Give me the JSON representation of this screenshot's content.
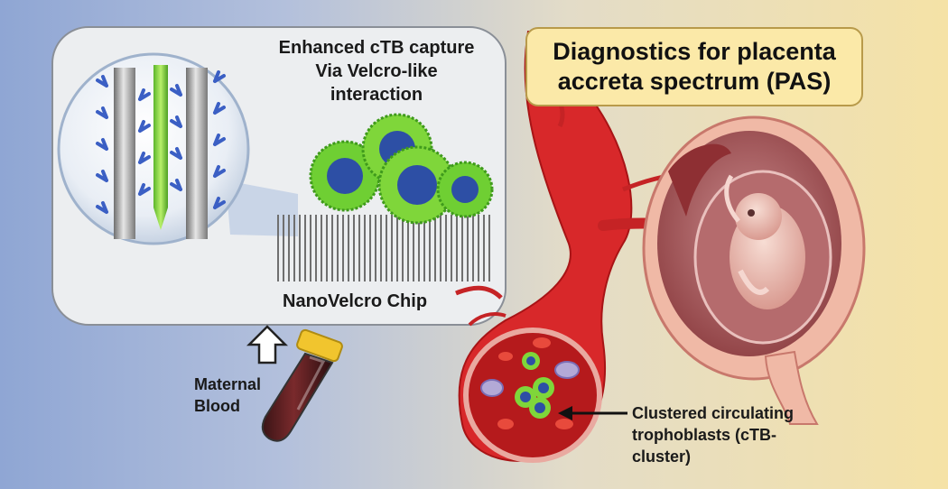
{
  "title": {
    "line1": "Diagnostics for placenta",
    "line2": "accreta spectrum (PAS)"
  },
  "capture": {
    "line1": "Enhanced cTB capture",
    "line2": "Via Velcro-like",
    "line3": "interaction"
  },
  "chip_label": "NanoVelcro Chip",
  "blood": {
    "line1": "Maternal",
    "line2": "Blood"
  },
  "cluster": {
    "line1": "Clustered circulating",
    "line2": "trophoblasts (cTB-",
    "line3": "cluster)"
  },
  "colors": {
    "background_left": "#8fa6d4",
    "background_right": "#f5e2a6",
    "title_box_fill": "#fbe9a8",
    "vessel_red": "#d8282a",
    "cell_green": "#7fd63a",
    "nucleus_blue": "#2d4fa5",
    "antibody_blue": "#3b5fc4"
  }
}
